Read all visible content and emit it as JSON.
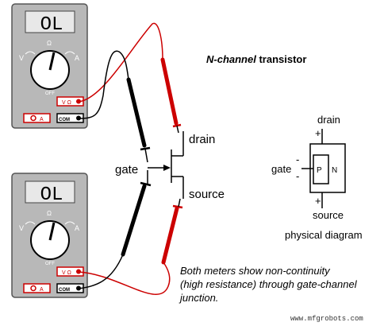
{
  "meters": [
    {
      "display": "OL",
      "dial_top": "Ω",
      "dial_left": "V",
      "dial_right": "A",
      "off_label": "OFF",
      "jack_vo": "V Ω",
      "jack_a": "A",
      "jack_com": "COM"
    },
    {
      "display": "OL",
      "dial_top": "Ω",
      "dial_left": "V",
      "dial_right": "A",
      "off_label": "OFF",
      "jack_vo": "V Ω",
      "jack_a": "A",
      "jack_com": "COM"
    }
  ],
  "title_italic": "N-channel",
  "title_rest": " transistor",
  "labels": {
    "drain": "drain",
    "gate": "gate",
    "source": "source"
  },
  "physical": {
    "drain": "drain",
    "source": "source",
    "gate": "gate",
    "plus_top": "+",
    "plus_bottom": "+",
    "minus_top": "-",
    "minus_bottom": "-",
    "p": "P",
    "n": "N",
    "caption": "physical diagram"
  },
  "note": [
    "Both meters show non-continuity",
    "(high resistance) through gate-channel",
    "junction."
  ],
  "watermark": "www.mfgrobots.com",
  "colors": {
    "red": "#cc0000",
    "black": "#000000",
    "meter_body": "#b8b8b8",
    "lcd": "#e8e8e8"
  }
}
